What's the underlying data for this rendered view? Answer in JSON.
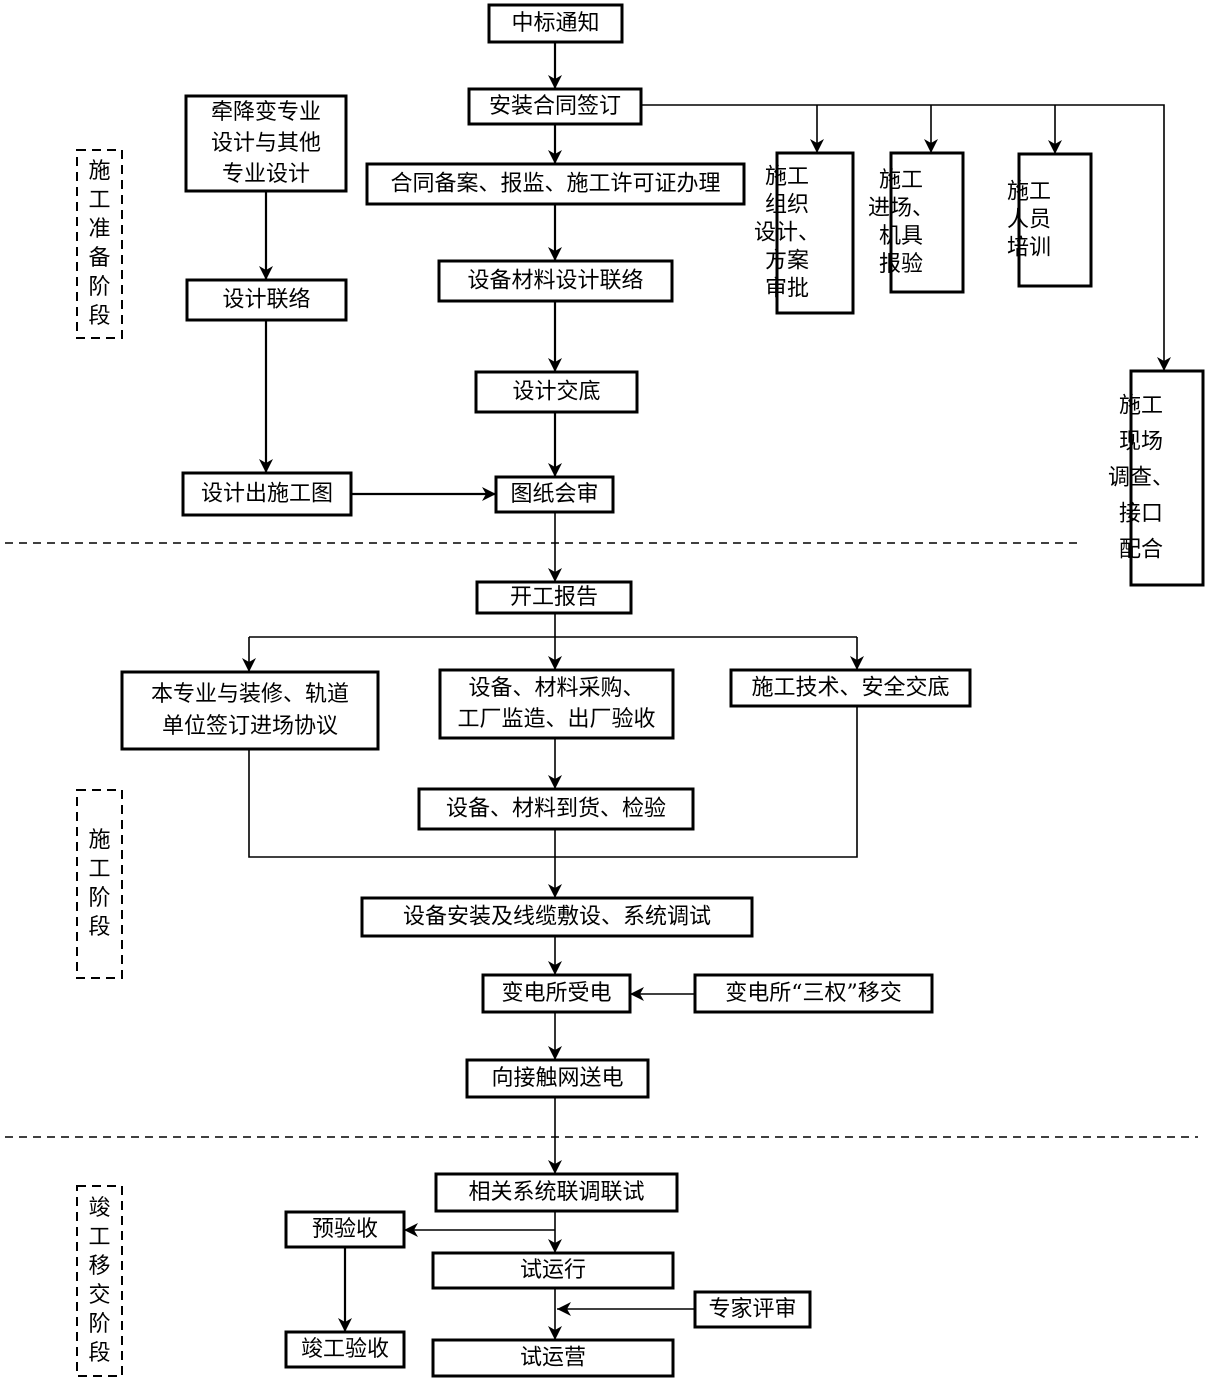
{
  "title": "施工流程图",
  "stages": [
    {
      "id": "prep",
      "label": "施工准备阶段"
    },
    {
      "id": "construction",
      "label": "施工阶段"
    },
    {
      "id": "handover",
      "label": "竣工移交阶段"
    }
  ],
  "nodes": {
    "bid_notice": {
      "lines": [
        "中标通知"
      ]
    },
    "contract_sign": {
      "lines": [
        "安装合同签订"
      ]
    },
    "contract_filing": {
      "lines": [
        "合同备案、报监、施工许可证办理"
      ]
    },
    "equip_design_liaison": {
      "lines": [
        "设备材料设计联络"
      ]
    },
    "design_disclosure": {
      "lines": [
        "设计交底"
      ]
    },
    "drawing_review": {
      "lines": [
        "图纸会审"
      ]
    },
    "traction_design": {
      "lines": [
        "牵降变专业",
        "设计与其他",
        "专业设计"
      ]
    },
    "design_liaison": {
      "lines": [
        "设计联络"
      ]
    },
    "design_drawings": {
      "lines": [
        "设计出施工图"
      ]
    },
    "org_design": {
      "lines": [
        "施工",
        "组织",
        "设计、",
        "方案",
        "审批"
      ]
    },
    "site_entry": {
      "lines": [
        "施工",
        "进场、",
        "机具",
        "报验"
      ]
    },
    "staff_training": {
      "lines": [
        "施工",
        "人员",
        "培训"
      ]
    },
    "site_survey": {
      "lines": [
        "施工",
        "现场",
        "调查、",
        "接口",
        "配合"
      ]
    },
    "start_report": {
      "lines": [
        "开工报告"
      ]
    },
    "entry_agreement": {
      "lines": [
        "本专业与装修、轨道",
        "单位签订进场协议"
      ]
    },
    "procurement": {
      "lines": [
        "设备、材料采购、",
        "工厂监造、出厂验收"
      ]
    },
    "safety_brief": {
      "lines": [
        "施工技术、安全交底"
      ]
    },
    "arrival_inspection": {
      "lines": [
        "设备、材料到货、检验"
      ]
    },
    "installation": {
      "lines": [
        "设备安装及线缆敷设、系统调试"
      ]
    },
    "substation_power": {
      "lines": [
        "变电所受电"
      ]
    },
    "three_rights": {
      "lines": [
        "变电所“三权”移交"
      ]
    },
    "catenary_power": {
      "lines": [
        "向接触网送电"
      ]
    },
    "joint_debug": {
      "lines": [
        "相关系统联调联试"
      ]
    },
    "pre_acceptance": {
      "lines": [
        "预验收"
      ]
    },
    "trial_run": {
      "lines": [
        "试运行"
      ]
    },
    "expert_review": {
      "lines": [
        "专家评审"
      ]
    },
    "completion_acceptance": {
      "lines": [
        "竣工验收"
      ]
    },
    "trial_operation": {
      "lines": [
        "试运营"
      ]
    }
  },
  "edges": [
    [
      "bid_notice",
      "contract_sign"
    ],
    [
      "contract_sign",
      "contract_filing"
    ],
    [
      "contract_sign",
      "org_design"
    ],
    [
      "contract_sign",
      "site_entry"
    ],
    [
      "contract_sign",
      "staff_training"
    ],
    [
      "contract_sign",
      "site_survey"
    ],
    [
      "contract_filing",
      "equip_design_liaison"
    ],
    [
      "equip_design_liaison",
      "design_disclosure"
    ],
    [
      "design_disclosure",
      "drawing_review"
    ],
    [
      "traction_design",
      "design_liaison"
    ],
    [
      "design_liaison",
      "design_drawings"
    ],
    [
      "design_drawings",
      "drawing_review"
    ],
    [
      "drawing_review",
      "start_report"
    ],
    [
      "start_report",
      "entry_agreement"
    ],
    [
      "start_report",
      "procurement"
    ],
    [
      "start_report",
      "safety_brief"
    ],
    [
      "procurement",
      "arrival_inspection"
    ],
    [
      "entry_agreement",
      "installation"
    ],
    [
      "arrival_inspection",
      "installation"
    ],
    [
      "safety_brief",
      "installation"
    ],
    [
      "installation",
      "substation_power"
    ],
    [
      "three_rights",
      "substation_power"
    ],
    [
      "substation_power",
      "catenary_power"
    ],
    [
      "catenary_power",
      "joint_debug"
    ],
    [
      "joint_debug",
      "pre_acceptance"
    ],
    [
      "joint_debug",
      "trial_run"
    ],
    [
      "pre_acceptance",
      "completion_acceptance"
    ],
    [
      "trial_run",
      "trial_operation"
    ],
    [
      "expert_review",
      "trial_operation"
    ]
  ]
}
